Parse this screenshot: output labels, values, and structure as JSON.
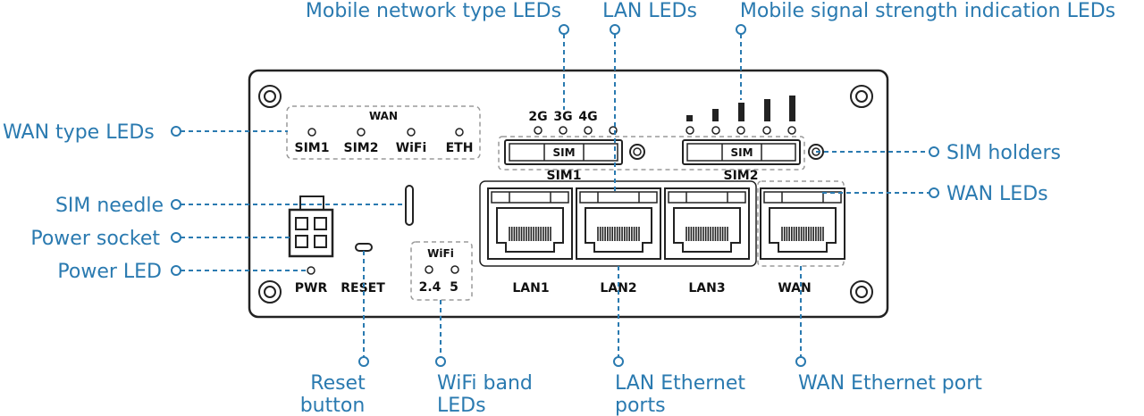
{
  "callouts": {
    "mobile_network_type_leds": "Mobile network type LEDs",
    "lan_leds": "LAN LEDs",
    "mobile_signal_leds": "Mobile signal strength indication LEDs",
    "wan_type_leds": "WAN type LEDs",
    "sim_holders": "SIM holders",
    "sim_needle": "SIM needle",
    "wan_leds": "WAN LEDs",
    "power_socket": "Power socket",
    "power_led": "Power LED",
    "reset_button_1": "Reset",
    "reset_button_2": "button",
    "wifi_band_leds_1": "WiFi band",
    "wifi_band_leds_2": "LEDs",
    "lan_ethernet_ports_1": "LAN Ethernet",
    "lan_ethernet_ports_2": "ports",
    "wan_ethernet_port": "WAN Ethernet port"
  },
  "device": {
    "wan_group_title": "WAN",
    "wan_led_labels": [
      "SIM1",
      "SIM2",
      "WiFi",
      "ETH"
    ],
    "network_led_labels": [
      "2G",
      "3G",
      "4G"
    ],
    "sim_slot_text": "SIM",
    "sim1_label": "SIM1",
    "sim2_label": "SIM2",
    "pwr_label": "PWR",
    "reset_label": "RESET",
    "wifi_group_title": "WiFi",
    "wifi_led_labels": [
      "2.4",
      "5"
    ],
    "port_labels": [
      "LAN1",
      "LAN2",
      "LAN3",
      "WAN"
    ]
  },
  "colors": {
    "callout": "#2a7ab0",
    "device_outline": "#222222",
    "group_box": "#9a9a9a"
  }
}
